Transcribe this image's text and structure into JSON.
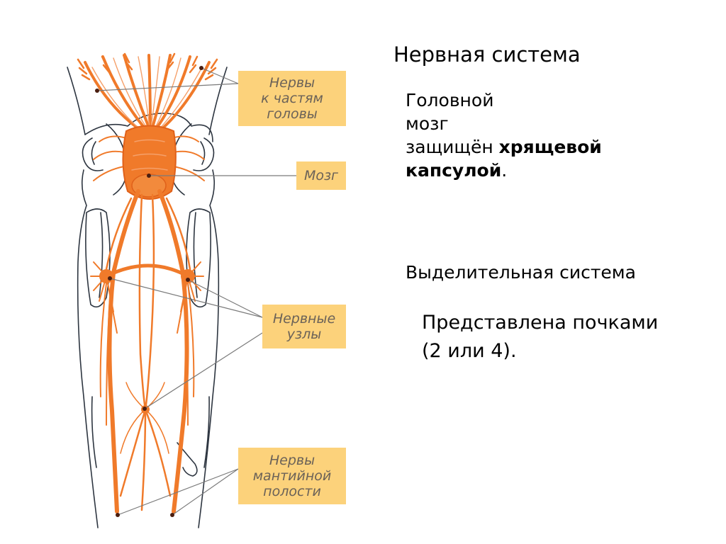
{
  "labels": {
    "head_nerves": [
      "Нервы",
      "к частям",
      "головы"
    ],
    "brain": [
      "Мозг"
    ],
    "ganglia": [
      "Нервные",
      "узлы"
    ],
    "mantle_nerves": [
      "Нервы",
      "мантийной",
      "полости"
    ]
  },
  "text": {
    "nervous_system_title": "Нервная система",
    "brain_line1": "Головной",
    "brain_line2": "мозг",
    "brain_line3_start": "защищён ",
    "brain_bold_1": "хрящевой",
    "brain_bold_2": "капсулой",
    "brain_end": ".",
    "excretory_title": "Выделительная система",
    "kidneys_line1": "Представлена почками",
    "kidneys_line2": "(2 или 4)."
  },
  "colors": {
    "nerve": "#f07a2a",
    "nerve_dark": "#e0611a",
    "outline": "#2d3540",
    "label_bg": "#fcd27b",
    "pointer_line": "#7a7a7a",
    "dot": "#4a1e10"
  }
}
